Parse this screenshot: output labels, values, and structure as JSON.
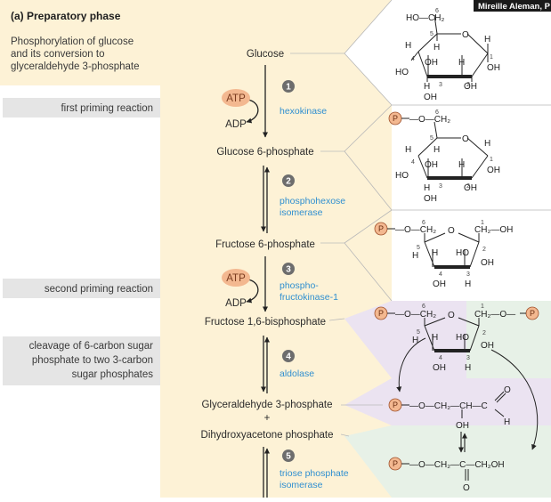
{
  "header": {
    "title": "(a) Preparatory phase",
    "description": [
      "Phosphorylation of glucose",
      "and its conversion to",
      "glyceraldehyde 3-phosphate"
    ]
  },
  "side_labels": [
    "first priming reaction",
    "second priming reaction",
    "cleavage of 6-carbon sugar",
    "phosphate to two 3-carbon",
    "sugar phosphates"
  ],
  "metabolites": [
    "Glucose",
    "Glucose 6-phosphate",
    "Fructose 6-phosphate",
    "Fructose 1,6-bisphosphate",
    "Glyceraldehyde 3-phosphate",
    "Dihydroxyacetone phosphate"
  ],
  "plus": "+",
  "cofactors": {
    "atp": "ATP",
    "adp": "ADP"
  },
  "steps": [
    {
      "number": "1",
      "enzyme": [
        "hexokinase"
      ]
    },
    {
      "number": "2",
      "enzyme": [
        "phosphohexose",
        "isomerase"
      ]
    },
    {
      "number": "3",
      "enzyme": [
        "phospho-",
        "fructokinase-1"
      ]
    },
    {
      "number": "4",
      "enzyme": [
        "aldolase"
      ]
    },
    {
      "number": "5",
      "enzyme": [
        "triose phosphate",
        "isomerase"
      ]
    }
  ],
  "chem": {
    "p": "P",
    "o": "O",
    "h": "H",
    "oh": "OH",
    "ho": "HO",
    "ho_ch2": "HO—CH₂",
    "o_ch2": "—O—CH₂",
    "ch2_oh": "CH₂—OH",
    "ch2_o": "CH₂—O—",
    "g3p_chain": "—O—CH₂—CH—C",
    "dhap_chain": "—O—CH₂—C—CH₂OH",
    "n1": "1",
    "n2": "2",
    "n3": "3",
    "n4": "4",
    "n5": "5",
    "n6": "6"
  },
  "colors": {
    "pathway_panel": "#fdf2d6",
    "lavender_panel": "#ebe3f1",
    "green_panel": "#e7f1e7",
    "atp_badge": "#f3b890",
    "enzyme_text": "#2f8fd0",
    "step_marker": "#6d6d6d"
  },
  "presenter": "Mireille Aleman, P"
}
